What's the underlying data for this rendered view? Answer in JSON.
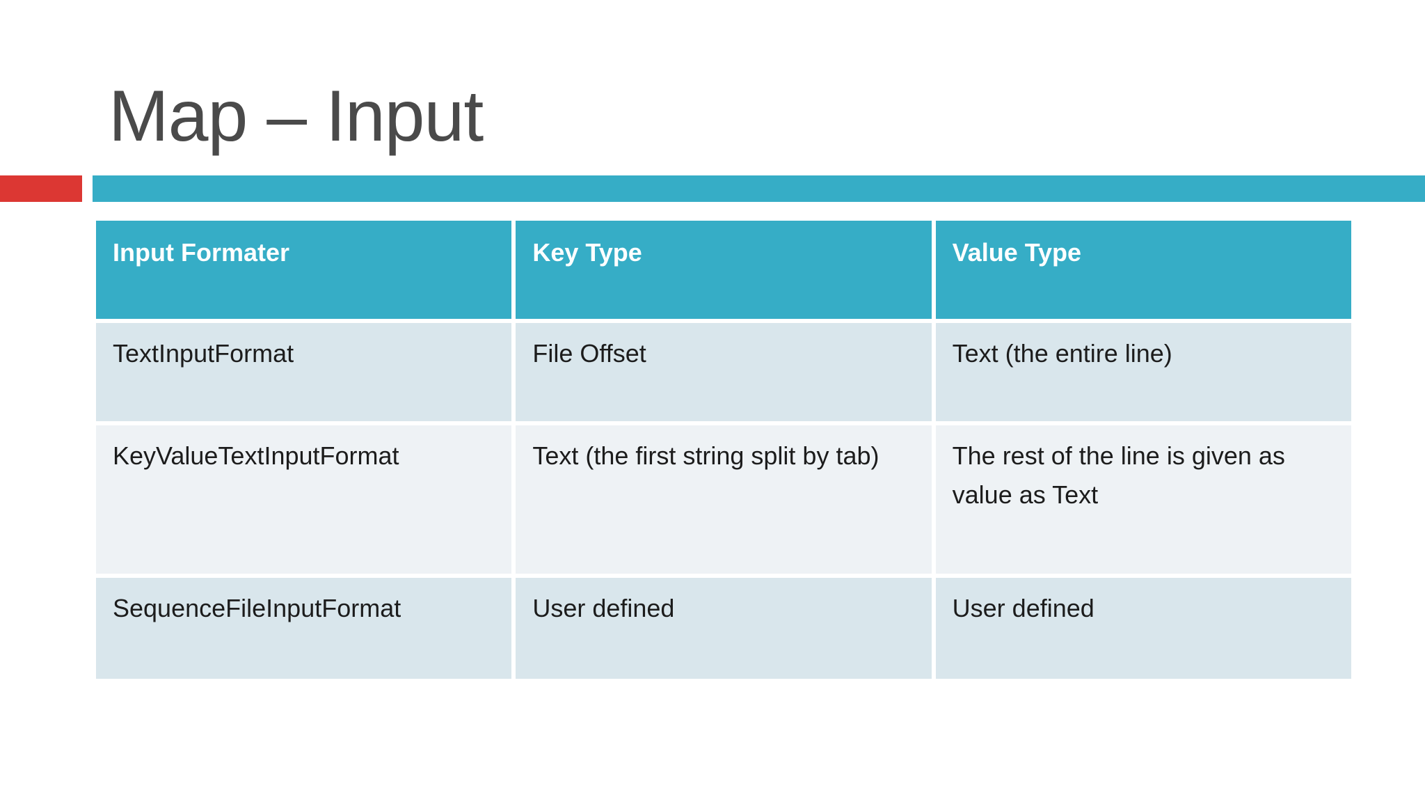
{
  "slide": {
    "title": "Map – Input"
  },
  "theme": {
    "background": "#ffffff",
    "title_text": "#4a4a4a",
    "accent_red": "#dc3733",
    "accent_teal": "#36adc6",
    "header_text": "#ffffff",
    "body_text": "#1c1c1c",
    "row_shaded": "#d9e6ec",
    "row_light": "#eef2f5"
  },
  "table": {
    "columns": [
      "Input Formater",
      "Key Type",
      "Value Type"
    ],
    "rows": [
      [
        "TextInputFormat",
        "File Offset",
        "Text (the entire line)"
      ],
      [
        "KeyValueTextInputFormat",
        "Text (the first string split by tab)",
        "The rest of the line is given as value as Text"
      ],
      [
        "SequenceFileInputFormat",
        "User defined",
        "User defined"
      ]
    ]
  }
}
